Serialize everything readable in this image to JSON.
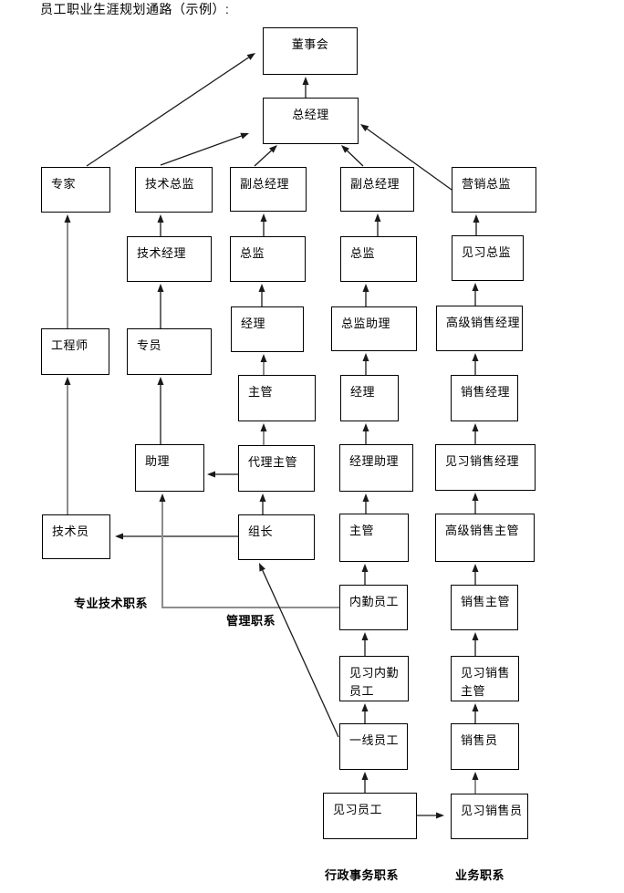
{
  "title": "员工职业生涯规划通路（示例）:",
  "nodes": {
    "board": "董事会",
    "gm": "总经理",
    "expert": "专家",
    "tech-director": "技术总监",
    "deputy-gm-1": "副总经理",
    "deputy-gm-2": "副总经理",
    "marketing-director": "营销总监",
    "tech-manager": "技术经理",
    "director-1": "总监",
    "director-2": "总监",
    "trainee-director": "见习总监",
    "engineer": "工程师",
    "specialist": "专员",
    "manager-1": "经理",
    "director-assistant": "总监助理",
    "senior-sales-manager": "高级销售经理",
    "supervisor-1": "主管",
    "manager-2": "经理",
    "sales-manager": "销售经理",
    "assistant": "助理",
    "acting-supervisor": "代理主管",
    "manager-assistant": "经理助理",
    "trainee-sales-manager": "见习销售经理",
    "technician": "技术员",
    "team-leader": "组长",
    "supervisor-2": "主管",
    "senior-sales-supervisor": "高级销售主管",
    "office-staff": "内勤员工",
    "sales-supervisor": "销售主管",
    "trainee-office-staff": "见习内勤员工",
    "trainee-sales-supervisor": "见习销售主管",
    "frontline-staff": "一线员工",
    "salesperson": "销售员",
    "trainee-staff": "见习员工",
    "trainee-salesperson": "见习销售员"
  },
  "group_labels": {
    "professional": "专业技术职系",
    "management": "管理职系",
    "administrative": "行政事务职系",
    "business": "业务职系"
  },
  "edges": [
    {
      "from": "gm",
      "to": "board"
    },
    {
      "from": "expert",
      "to": "board"
    },
    {
      "from": "tech-director",
      "to": "gm"
    },
    {
      "from": "deputy-gm-1",
      "to": "gm"
    },
    {
      "from": "deputy-gm-2",
      "to": "gm"
    },
    {
      "from": "marketing-director",
      "to": "gm"
    },
    {
      "from": "tech-manager",
      "to": "tech-director"
    },
    {
      "from": "director-1",
      "to": "deputy-gm-1"
    },
    {
      "from": "director-2",
      "to": "deputy-gm-2"
    },
    {
      "from": "trainee-director",
      "to": "marketing-director"
    },
    {
      "from": "specialist",
      "to": "tech-manager"
    },
    {
      "from": "manager-1",
      "to": "director-1"
    },
    {
      "from": "director-assistant",
      "to": "director-2"
    },
    {
      "from": "senior-sales-manager",
      "to": "trainee-director"
    },
    {
      "from": "engineer",
      "to": "expert"
    },
    {
      "from": "supervisor-1",
      "to": "manager-1"
    },
    {
      "from": "manager-2",
      "to": "director-assistant"
    },
    {
      "from": "sales-manager",
      "to": "senior-sales-manager"
    },
    {
      "from": "assistant",
      "to": "specialist"
    },
    {
      "from": "acting-supervisor",
      "to": "supervisor-1"
    },
    {
      "from": "acting-supervisor",
      "to": "assistant"
    },
    {
      "from": "manager-assistant",
      "to": "manager-2"
    },
    {
      "from": "trainee-sales-manager",
      "to": "sales-manager"
    },
    {
      "from": "technician",
      "to": "engineer"
    },
    {
      "from": "team-leader",
      "to": "acting-supervisor"
    },
    {
      "from": "team-leader",
      "to": "technician"
    },
    {
      "from": "supervisor-2",
      "to": "manager-assistant"
    },
    {
      "from": "senior-sales-supervisor",
      "to": "trainee-sales-manager"
    },
    {
      "from": "office-staff",
      "to": "supervisor-2"
    },
    {
      "from": "office-staff",
      "to": "assistant"
    },
    {
      "from": "sales-supervisor",
      "to": "senior-sales-supervisor"
    },
    {
      "from": "trainee-office-staff",
      "to": "office-staff"
    },
    {
      "from": "trainee-sales-supervisor",
      "to": "sales-supervisor"
    },
    {
      "from": "frontline-staff",
      "to": "trainee-office-staff"
    },
    {
      "from": "frontline-staff",
      "to": "team-leader"
    },
    {
      "from": "salesperson",
      "to": "trainee-sales-supervisor"
    },
    {
      "from": "trainee-staff",
      "to": "frontline-staff"
    },
    {
      "from": "trainee-staff",
      "to": "trainee-salesperson"
    },
    {
      "from": "trainee-salesperson",
      "to": "salesperson"
    }
  ],
  "colors": {
    "line": "#1a1a1a",
    "secondary_line": "#8c8c8c",
    "box_border": "#000000",
    "background": "#ffffff",
    "text": "#000000"
  }
}
